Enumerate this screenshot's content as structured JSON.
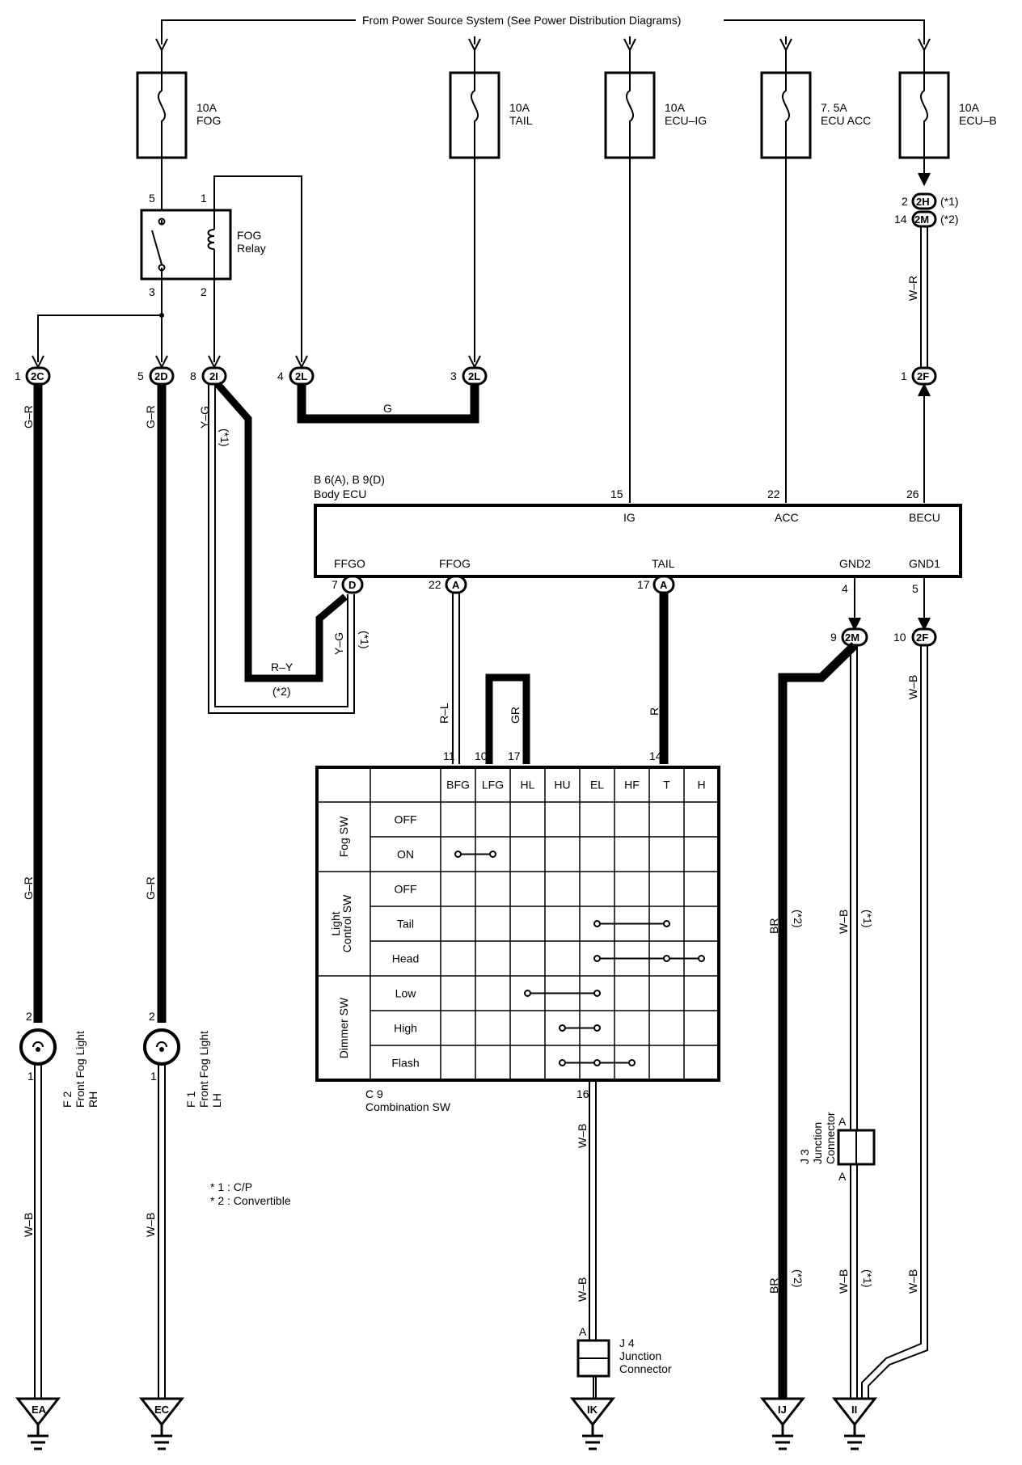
{
  "power_source": "From Power Source System (See Power Distribution Diagrams)",
  "fuses": [
    {
      "amp": "10A",
      "name": "FOG"
    },
    {
      "amp": "10A",
      "name": "TAIL"
    },
    {
      "amp": "10A",
      "name": "ECU–IG"
    },
    {
      "amp": "7. 5A",
      "name": "ECU ACC"
    },
    {
      "amp": "10A",
      "name": "ECU–B"
    }
  ],
  "relay": {
    "line1": "FOG",
    "line2": "Relay",
    "pins": [
      "5",
      "1",
      "3",
      "2"
    ]
  },
  "connectors": {
    "c2C": {
      "code": "2C",
      "pin": "1"
    },
    "c2D": {
      "code": "2D",
      "pin": "5"
    },
    "c2I": {
      "code": "2I",
      "pin": "8"
    },
    "c2L4": {
      "code": "2L",
      "pin": "4"
    },
    "c2L3": {
      "code": "2L",
      "pin": "3"
    },
    "c2H": {
      "code": "2H",
      "pin": "2",
      "note": "(*1)"
    },
    "c2Mtop": {
      "code": "2M",
      "pin": "14",
      "note": "(*2)"
    },
    "c2Ftop": {
      "code": "2F",
      "pin": "1"
    },
    "cD": {
      "code": "D",
      "pin": "7"
    },
    "cA22": {
      "code": "A",
      "pin": "22"
    },
    "cA17": {
      "code": "A",
      "pin": "17"
    },
    "c2Mbot": {
      "code": "2M",
      "pin": "9"
    },
    "c2Fbot": {
      "code": "2F",
      "pin": "10"
    }
  },
  "ecu": {
    "ref": "B 6(A), B 9(D)",
    "name": "Body ECU",
    "top_pins": [
      {
        "num": "15",
        "label": "IG"
      },
      {
        "num": "22",
        "label": "ACC"
      },
      {
        "num": "26",
        "label": "BECU"
      }
    ],
    "bottom_labels": [
      "FFGO",
      "FFOG",
      "TAIL",
      "GND2",
      "GND1"
    ],
    "gnd_pins": [
      "4",
      "5"
    ]
  },
  "wire_colors": {
    "g_r": "G–R",
    "y_g": "Y–G",
    "g": "G",
    "w_r": "W–R",
    "r_y": "R–Y",
    "r_l": "R–L",
    "gr": "GR",
    "r": "R",
    "w_b": "W–B",
    "br": "BR"
  },
  "notes": {
    "n1": "(*1)",
    "n2": "(*2)"
  },
  "switch": {
    "ref": "C 9",
    "name": "Combination SW",
    "pins_top": [
      "11",
      "10",
      "17",
      "14"
    ],
    "pin_bottom": "16",
    "columns": [
      "BFG",
      "LFG",
      "HL",
      "HU",
      "EL",
      "HF",
      "T",
      "H"
    ],
    "groups": [
      {
        "name": "Fog SW",
        "rows": [
          "OFF",
          "ON"
        ]
      },
      {
        "name": "Light Control SW",
        "rows": [
          "OFF",
          "Tail",
          "Head"
        ]
      },
      {
        "name": "Dimmer SW",
        "rows": [
          "Low",
          "High",
          "Flash"
        ]
      }
    ],
    "connections": [
      {
        "row": "ON",
        "cols": [
          "BFG",
          "LFG"
        ]
      },
      {
        "row": "Tail",
        "cols": [
          "EL",
          "T"
        ]
      },
      {
        "row": "Head",
        "cols": [
          "EL",
          "T",
          "H"
        ]
      },
      {
        "row": "Low",
        "cols": [
          "HL",
          "EL"
        ]
      },
      {
        "row": "High",
        "cols": [
          "HU",
          "EL"
        ]
      },
      {
        "row": "Flash",
        "cols": [
          "HU",
          "EL",
          "HF"
        ]
      }
    ]
  },
  "fog_rh": {
    "ref": "F 2",
    "line1": "Front Fog Light",
    "line2": "RH",
    "pin_top": "2",
    "pin_bottom": "1"
  },
  "fog_lh": {
    "ref": "F 1",
    "line1": "Front Fog Light",
    "line2": "LH",
    "pin_top": "2",
    "pin_bottom": "1"
  },
  "legend": {
    "l1": "* 1 : C/P",
    "l2": "* 2 : Convertible"
  },
  "junction_j3": {
    "ref": "J 3",
    "line1": "Junction",
    "line2": "Connector",
    "pin": "A"
  },
  "junction_j4": {
    "ref": "J 4",
    "line1": "Junction",
    "line2": "Connector",
    "pin": "A"
  },
  "grounds": [
    "EA",
    "EC",
    "IK",
    "IJ",
    "II"
  ]
}
